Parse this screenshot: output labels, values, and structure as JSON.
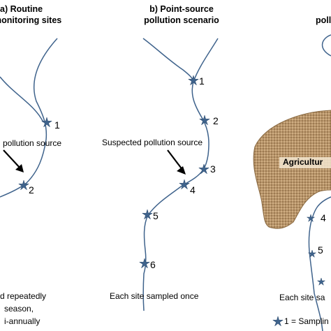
{
  "colors": {
    "river": "#3f638c",
    "star": "#3f638c",
    "agriculture_fill": "#b8956a",
    "agriculture_edge": "#8a6a42",
    "text": "#000000"
  },
  "panel_a": {
    "title_line1": "a) Routine",
    "title_line2": "monitoring sites",
    "source_label": "pollution source",
    "site_numbers": [
      "1",
      "2"
    ],
    "footer_line1": "d repeatedly",
    "footer_line2": "season,",
    "footer_line3": "i-annually"
  },
  "panel_b": {
    "title_line1": "b) Point-source",
    "title_line2": "pollution scenario",
    "source_label": "Suspected pollution source",
    "site_numbers": [
      "1",
      "2",
      "3",
      "4",
      "5",
      "6"
    ],
    "footer": "Each site sampled once"
  },
  "panel_c": {
    "title_fragment": "poll",
    "agriculture_label": "Agricultur",
    "site_numbers": [
      "4",
      "5"
    ],
    "footer": "Each site sa",
    "legend_text": "1 = Samplin"
  }
}
